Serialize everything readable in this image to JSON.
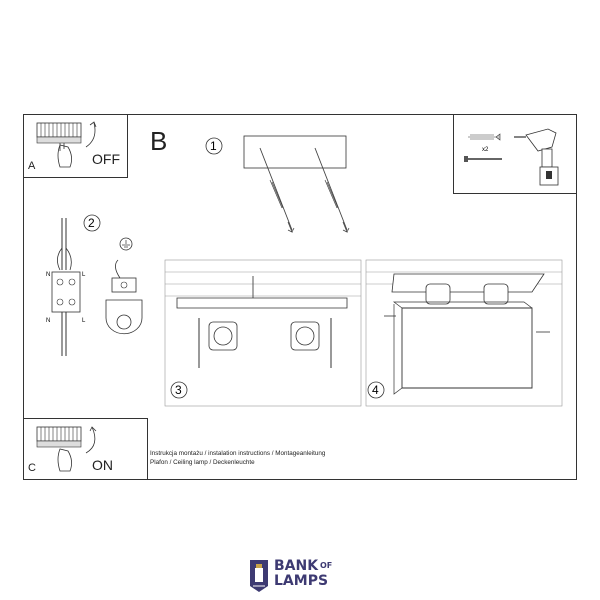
{
  "panels": {
    "a": {
      "letter": "A",
      "state": "OFF"
    },
    "b": {
      "letter": "B"
    },
    "c": {
      "letter": "C",
      "state": "ON"
    }
  },
  "steps": [
    "1",
    "2",
    "3",
    "4"
  ],
  "wiring": {
    "labels": [
      "N",
      "L",
      "N",
      "L"
    ]
  },
  "hardware": {
    "quantity": "x2"
  },
  "captions": [
    "Instrukcja montażu / instalation instructions / Montageanleitung",
    "Plafon / Ceiling lamp / Deckenleuchte"
  ],
  "brand": {
    "line1": "BANK",
    "of": "OF",
    "line2": "LAMPS"
  },
  "colors": {
    "line": "#333333",
    "brand": "#3d3a72",
    "brand_accent": "#c9a447"
  }
}
